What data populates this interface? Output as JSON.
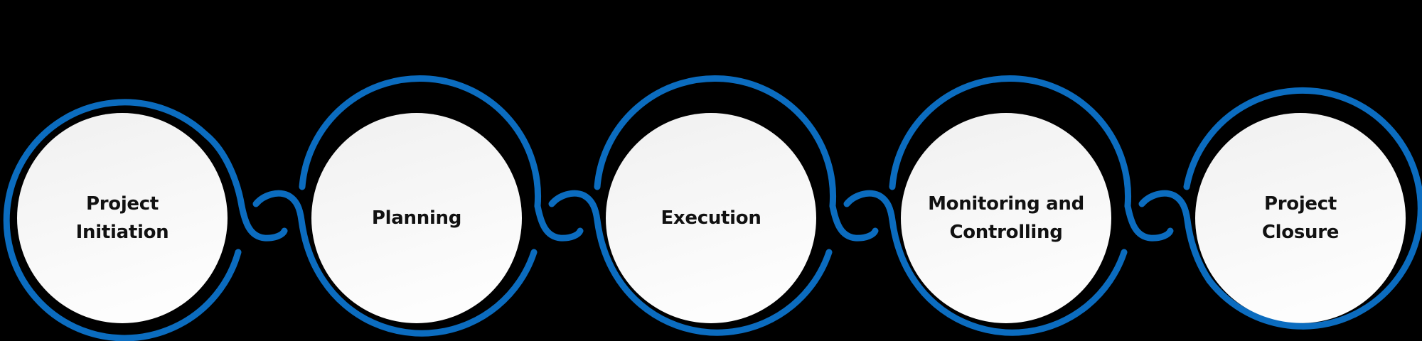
{
  "diagram": {
    "type": "process-flow",
    "orientation": "horizontal",
    "colors": {
      "background": "#000000",
      "ring_stroke": "#0b6cbf",
      "disc_fill_top": "#f1f1f1",
      "disc_fill_bottom": "#fcfcfc",
      "label_text": "#111111"
    },
    "stages": [
      {
        "id": 1,
        "label": "Project\nInitiation"
      },
      {
        "id": 2,
        "label": "Planning"
      },
      {
        "id": 3,
        "label": "Execution"
      },
      {
        "id": 4,
        "label": "Monitoring and\nControlling"
      },
      {
        "id": 5,
        "label": "Project\nClosure"
      }
    ],
    "connectors": [
      {
        "from": 1,
        "to": 2
      },
      {
        "from": 2,
        "to": 3
      },
      {
        "from": 3,
        "to": 4
      },
      {
        "from": 4,
        "to": 5
      }
    ]
  }
}
